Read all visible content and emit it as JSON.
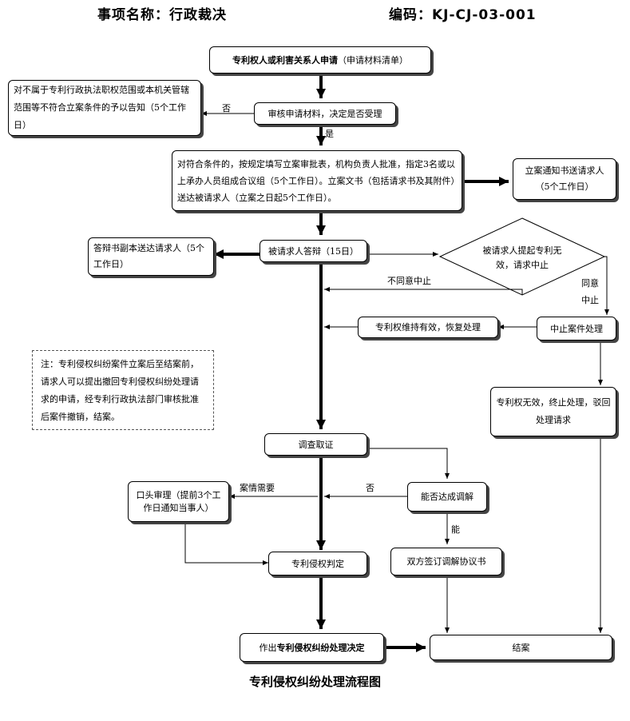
{
  "header": {
    "item_name": "事项名称：行政裁决",
    "code": "编码：KJ-CJ-03-001"
  },
  "nodes": {
    "apply": {
      "bold": "专利权人或利害关系人申请",
      "rest": "（申请材料清单）"
    },
    "reject_notice": "对不属于专利行政执法职权范围或本机关管辖范围等不符合立案条件的予以告知（5个工作日）",
    "review": "审核申请材料，决定是否受理",
    "file_case": "对符合条件的，按规定填写立案审批表，机构负责人批准，指定3名或以上承办人员组成合议组（5个工作日）。立案文书（包括请求书及其附件）送达被请求人（立案之日起5个工作日）。",
    "filing_notice": "立案通知书送请求人（5个工作日）",
    "defense_copy": "答辩书副本送达请求人（5个工作日）",
    "defense": "被请求人答辩（15日）",
    "invalidation_request": "被请求人提起专利无效，请求中止",
    "patent_valid": "专利权维持有效，恢复处理",
    "suspend": "中止案件处理",
    "patent_invalid": "专利权无效，终止处理，驳回处理请求",
    "investigate": "调查取证",
    "oral_hearing": "口头审理（提前3个工作日通知当事人）",
    "mediation_check": "能否达成调解",
    "infringement_judgement": "专利侵权判定",
    "mediation_agreement": "双方签订调解协议书",
    "decision": {
      "prefix": "作出",
      "bold": "专利侵权纠纷处理决定"
    },
    "close": "结案"
  },
  "labels": {
    "no": "否",
    "yes": "是",
    "disagree_suspend": "不同意中止",
    "agree": "同意",
    "suspend_short": "中止",
    "case_needs": "案情需要",
    "no2": "否",
    "can": "能"
  },
  "note": "注：专利侵权纠纷案件立案后至结案前，请求人可以提出撤回专利侵权纠纷处理请求的申请，经专利行政执法部门审核批准后案件撤销，结案。",
  "caption": "专利侵权纠纷处理流程图"
}
